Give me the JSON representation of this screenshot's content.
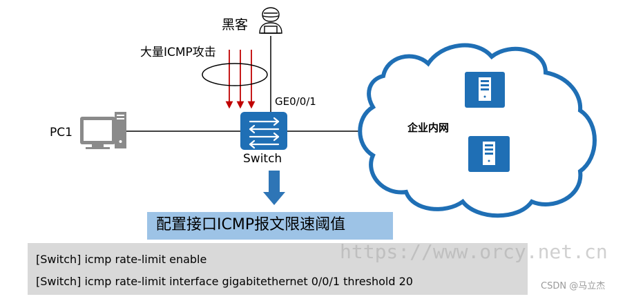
{
  "diagram": {
    "hacker_label": "黑客",
    "attack_label": "大量ICMP攻击",
    "port_label": "GE0/0/1",
    "pc_label": "PC1",
    "switch_label": "Switch",
    "cloud_label": "企业内网"
  },
  "banner": {
    "text": "配置接口ICMP报文限速阈值"
  },
  "code": {
    "lines": [
      "[Switch] icmp rate-limit enable",
      "[Switch] icmp rate-limit interface gigabitethernet 0/0/1 threshold 20"
    ]
  },
  "watermark": {
    "text": "https://www.orcy.net.cn",
    "credit": "CSDN @马立杰"
  },
  "colors": {
    "switch_fill": "#1f6fb5",
    "server_fill": "#1f6fb5",
    "cloud_stroke": "#1f6fb5",
    "attack_arrows": "#c00000",
    "down_arrow": "#2e75b6",
    "banner_bg": "#9dc3e6",
    "code_bg": "#d9d9d9"
  },
  "icons": {
    "hacker": "hacker-icon",
    "pc": "pc-icon",
    "switch": "switch-icon",
    "server": "server-icon"
  }
}
